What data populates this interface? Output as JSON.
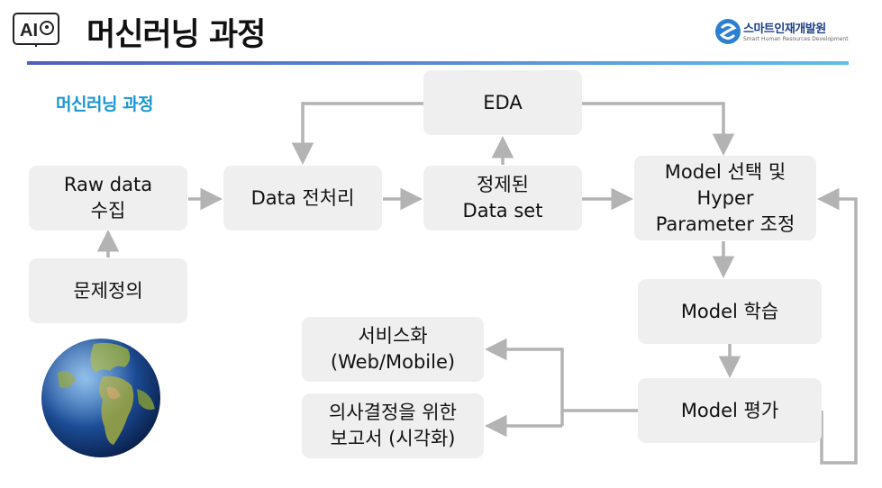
{
  "header": {
    "title": "머신러닝 과정",
    "logo_text": "AI",
    "brand_name": "스마트인재개발원",
    "brand_sub": "Smart Human Resources Development"
  },
  "section": {
    "subtitle": "머신러닝 과정"
  },
  "nodes": {
    "raw_data": "Raw data\n수집",
    "problem": "문제정의",
    "preprocess": "Data 전처리",
    "eda": "EDA",
    "clean_data": "정제된\nData set",
    "model_select": "Model 선택 및\nHyper\nParameter 조정",
    "model_train": "Model 학습",
    "model_eval": "Model 평가",
    "service": "서비스화\n(Web/Mobile)",
    "report": "의사결정을 위한\n보고서 (시각화)"
  },
  "colors": {
    "arrow": "#b3b3b3",
    "box": "#efefef",
    "accent": "#1a96d4"
  },
  "icons": {
    "logo": "ai-robot-icon",
    "globe": "globe-icon"
  }
}
